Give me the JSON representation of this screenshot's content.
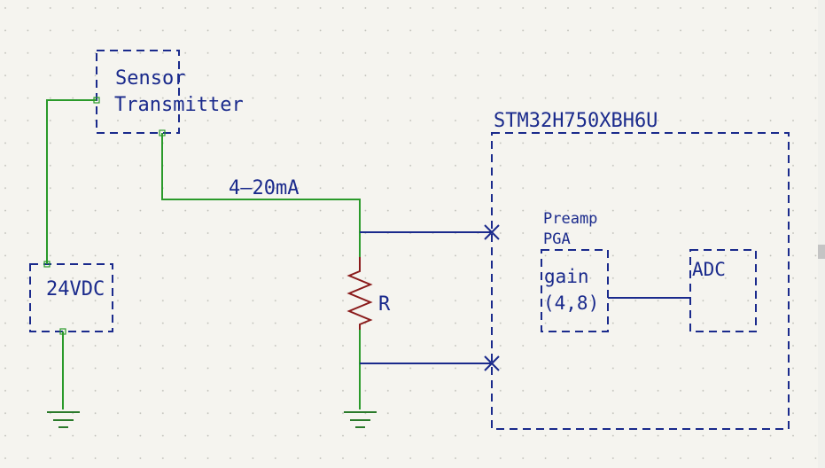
{
  "colors": {
    "background": "#f5f4ef",
    "grid_dot": "#bdbdb6",
    "box_outline": "#1a2a8c",
    "text": "#1a2a8c",
    "wire_green": "#2a9a2a",
    "bus_blue": "#1a2a8c",
    "resistor": "#8a1a1a",
    "ground": "#2a7a2a"
  },
  "blocks": {
    "sensor": {
      "line1": "Sensor",
      "line2": "Transmitter"
    },
    "supply": {
      "label": "24VDC"
    },
    "mcu": {
      "label": "STM32H750XBH6U"
    },
    "preamp": {
      "title1": "Preamp",
      "title2": "PGA",
      "line1": "gain",
      "line2": "(4,8)"
    },
    "adc": {
      "label": "ADC"
    }
  },
  "wires": {
    "current_label": "4–20mA"
  },
  "resistor": {
    "label": "R"
  }
}
